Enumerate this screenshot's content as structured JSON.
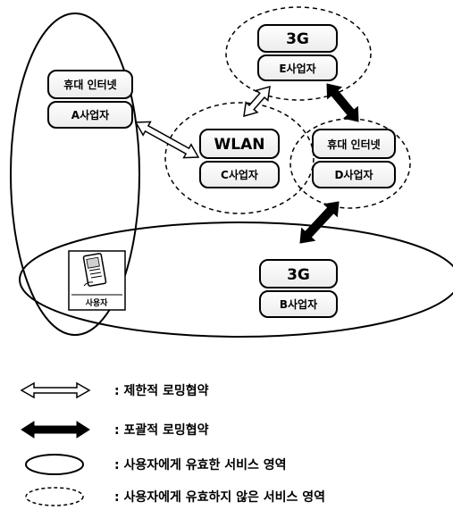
{
  "nodes": {
    "a": {
      "tech": "휴대 인터넷",
      "operator": "A사업자"
    },
    "b": {
      "tech": "3G",
      "operator": "B사업자"
    },
    "c": {
      "tech": "WLAN",
      "operator": "C사업자"
    },
    "d": {
      "tech": "휴대 인터넷",
      "operator": "D사업자"
    },
    "e": {
      "tech": "3G",
      "operator": "E사업자"
    }
  },
  "user": {
    "label": "사용자"
  },
  "legend": {
    "limited": ": 제한적 로밍협약",
    "comprehensive": ": 포괄적 로밍협약",
    "valid_area": ": 사용자에게 유효한 서비스 영역",
    "invalid_area": ": 사용자에게 유효하지 않은 서비스 영역"
  }
}
